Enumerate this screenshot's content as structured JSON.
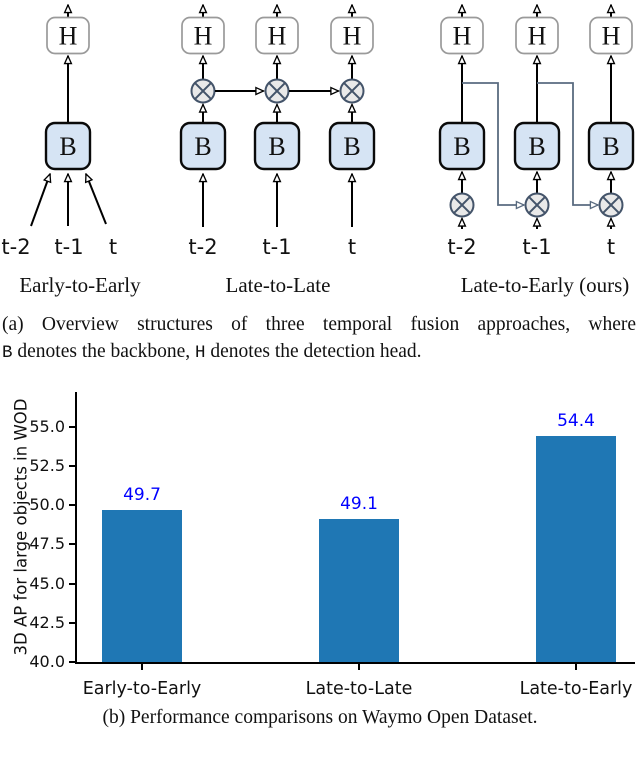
{
  "panel_a": {
    "colors": {
      "backbone_fill": "#d6e4f4",
      "head_fill": "#ffffff",
      "head_border": "#9a9a9a",
      "box_border": "#0a0a0a",
      "fusion_fill": "#e9e9e9",
      "fusion_stroke": "#44546a",
      "routing_line": "#5a6b80"
    },
    "diagrams": [
      {
        "label": "Early-to-Early",
        "head": "H",
        "backbone": "B",
        "times": [
          "t-2",
          "t-1",
          "t"
        ]
      },
      {
        "label": "Late-to-Late",
        "head": "H",
        "backbone": "B",
        "times": [
          "t-2",
          "t-1",
          "t"
        ]
      },
      {
        "label": "Late-to-Early (ours)",
        "head": "H",
        "backbone": "B",
        "times": [
          "t-2",
          "t-1",
          "t"
        ]
      }
    ],
    "caption_line1": "(a) Overview structures of three temporal fusion approaches, where",
    "caption_line2": {
      "code_b": "B",
      "text_after_b": " denotes the backbone, ",
      "code_h": "H",
      "text_after_h": " denotes the detection head."
    }
  },
  "chart_data": {
    "type": "bar",
    "title": "",
    "xlabel": "",
    "ylabel": "3D AP for large objects in WOD",
    "categories": [
      "Early-to-Early",
      "Late-to-Late",
      "Late-to-Early"
    ],
    "values": [
      49.7,
      49.1,
      54.4
    ],
    "value_labels": [
      "49.7",
      "49.1",
      "54.4"
    ],
    "ylim": [
      40.0,
      57.2
    ],
    "ytick_labels": [
      "40.0",
      "42.5",
      "45.0",
      "47.5",
      "50.0",
      "52.5",
      "55.0"
    ],
    "grid": false,
    "legend": "none",
    "bar_color": "#1f77b4",
    "value_label_color": "#0000ff",
    "axis_color": "#000000"
  },
  "panel_b_caption": "(b) Performance comparisons on Waymo Open Dataset."
}
